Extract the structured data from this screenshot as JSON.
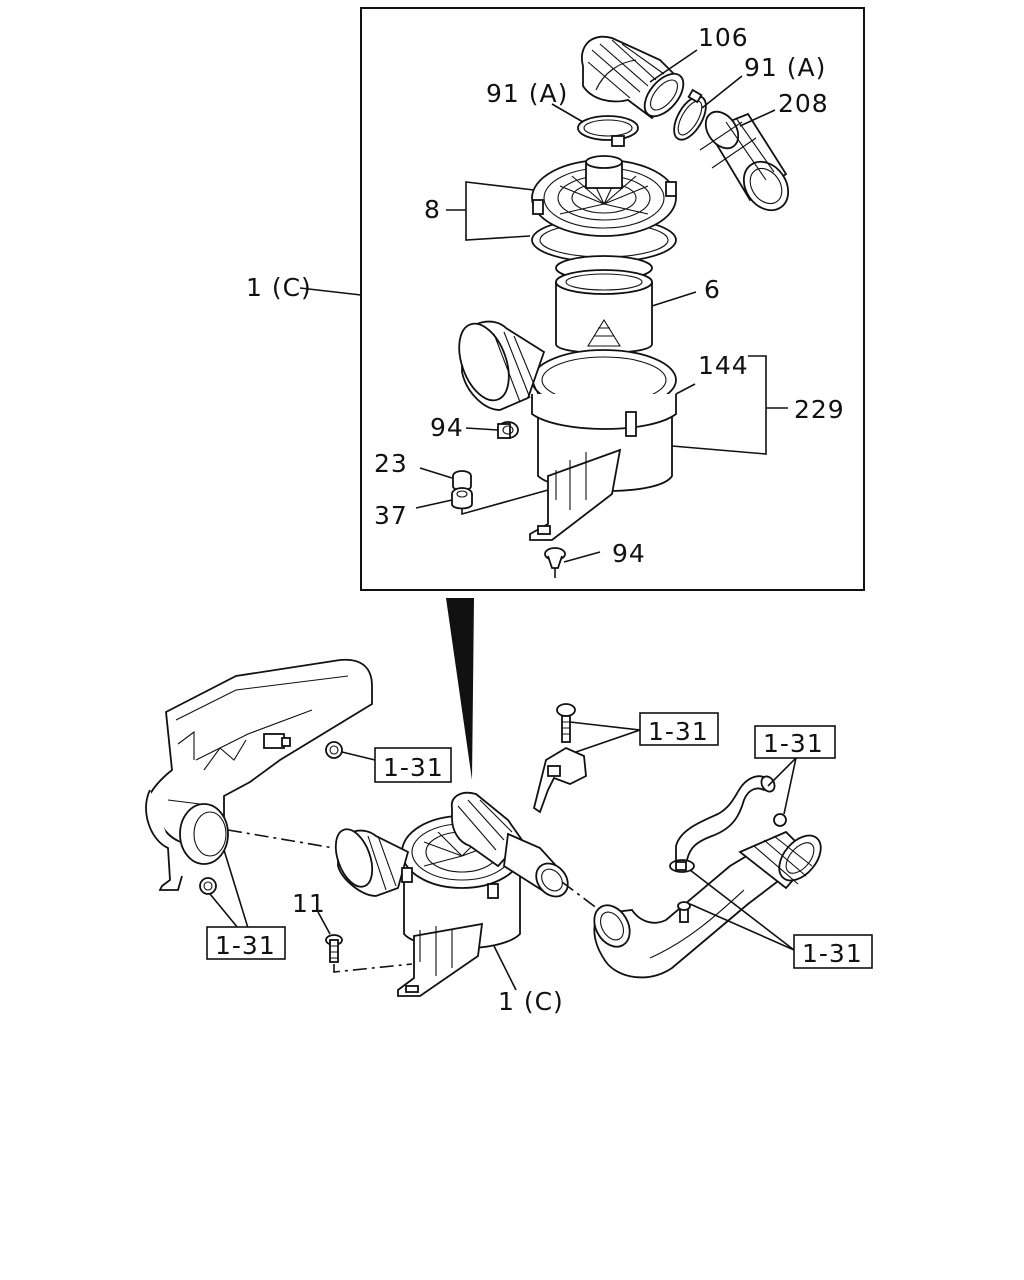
{
  "labels": {
    "p106": "106",
    "p91a_top": "91 (A)",
    "p91a_left": "91 (A)",
    "p208": "208",
    "p8": "8",
    "p1c_top": "1 (C)",
    "p6": "6",
    "p144": "144",
    "p229": "229",
    "p94_top": "94",
    "p23": "23",
    "p37": "37",
    "p94_bottom": "94",
    "p11": "11",
    "p1c_bottom": "1 (C)"
  },
  "refs": {
    "r1": "1-31",
    "r2": "1-31",
    "r3": "1-31",
    "r4": "1-31",
    "r5": "1-31"
  }
}
